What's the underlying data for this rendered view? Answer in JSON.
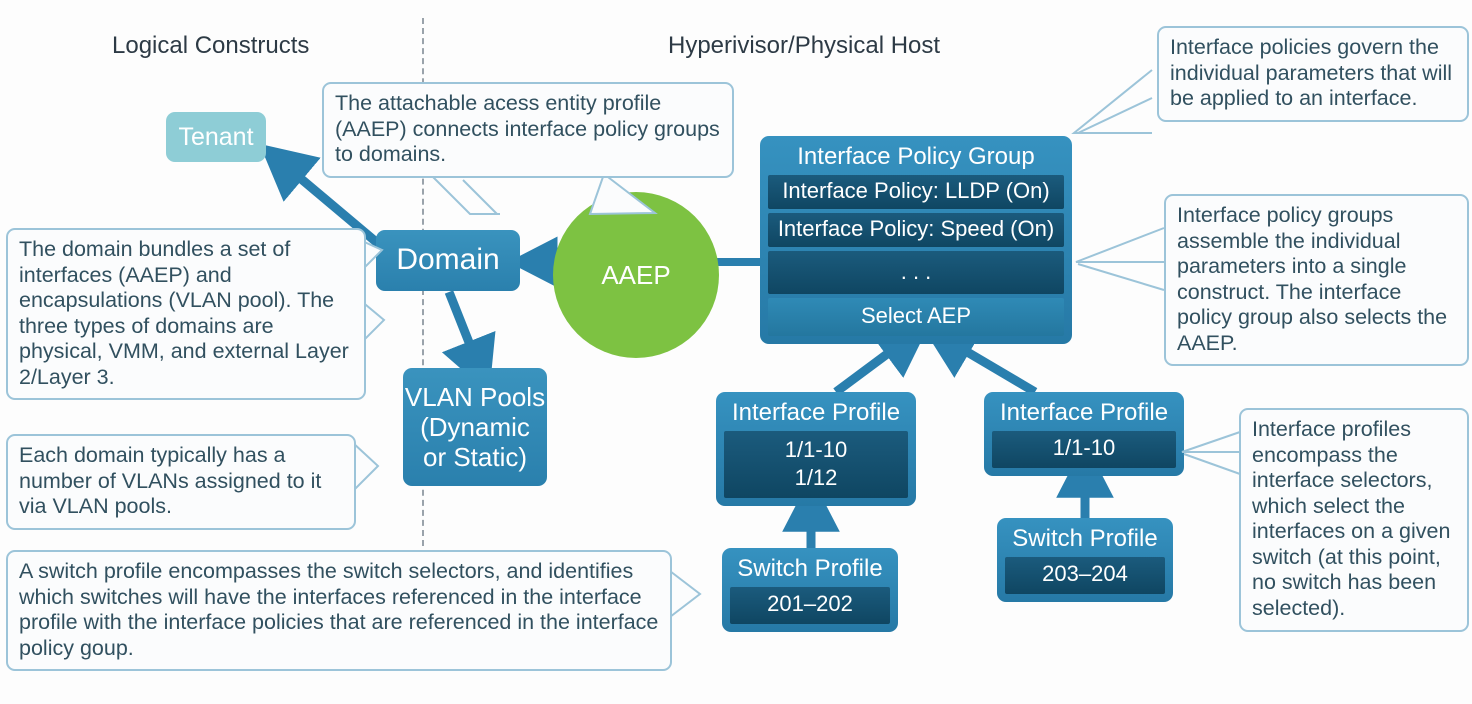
{
  "headings": {
    "left": "Logical Constructs",
    "right": "Hyperivisor/Physical Host"
  },
  "nodes": {
    "tenant": {
      "label": "Tenant",
      "color": "#8ecdd6"
    },
    "domain": {
      "label": "Domain",
      "color": "#2f87b5"
    },
    "aaep_circle": {
      "label": "AAEP",
      "color": "#7dc242"
    },
    "vlan_pools": {
      "line1": "VLAN Pools",
      "line2": "(Dynamic",
      "line3": "or Static)",
      "color": "#2f87b5"
    },
    "interface_policy_group": {
      "title": "Interface Policy Group",
      "rows": [
        "Interface Policy: LLDP (On)",
        "Interface Policy: Speed (On)",
        ". . .",
        "Select AEP"
      ],
      "color": "#2d86b4",
      "row_color": "#114b6b"
    },
    "interface_profile_left": {
      "title": "Interface Profile",
      "rows": [
        "1/1-10",
        "1/12"
      ]
    },
    "interface_profile_right": {
      "title": "Interface Profile",
      "rows": [
        "1/1-10"
      ]
    },
    "switch_profile_left": {
      "title": "Switch Profile",
      "rows": [
        "201–202"
      ]
    },
    "switch_profile_right": {
      "title": "Switch Profile",
      "rows": [
        "203–204"
      ]
    }
  },
  "callouts": {
    "aaep": "The attachable acess entity profile (AAEP) connects interface policy groups to domains.",
    "domain": "The domain bundles a set of interfaces (AAEP) and encapsulations (VLAN pool). The three types of domains are physical, VMM, and external Layer 2/Layer 3.",
    "vlan": "Each domain typically has a number of VLANs assigned to it via VLAN pools.",
    "switch_profile": "A switch profile encompasses the switch selectors, and identifies which switches will have the interfaces referenced in the interface profile with the interface policies that are referenced in the interface policy goup.",
    "interface_policies": "Interface policies govern the individual parameters that will be applied to an interface.",
    "policy_groups": "Interface policy groups assemble the individual parameters into a single construct. The interface policy group also selects the AAEP.",
    "interface_profiles": "Interface profiles encompass the interface selectors, which select the interfaces on a given switch (at this point, no switch has been selected)."
  },
  "colors": {
    "callout_border": "#9cc4d9",
    "callout_text": "#31505f",
    "arrow_blue": "#2a7fae",
    "background": "#fdfdfd",
    "divider": "#9aa3ab"
  }
}
